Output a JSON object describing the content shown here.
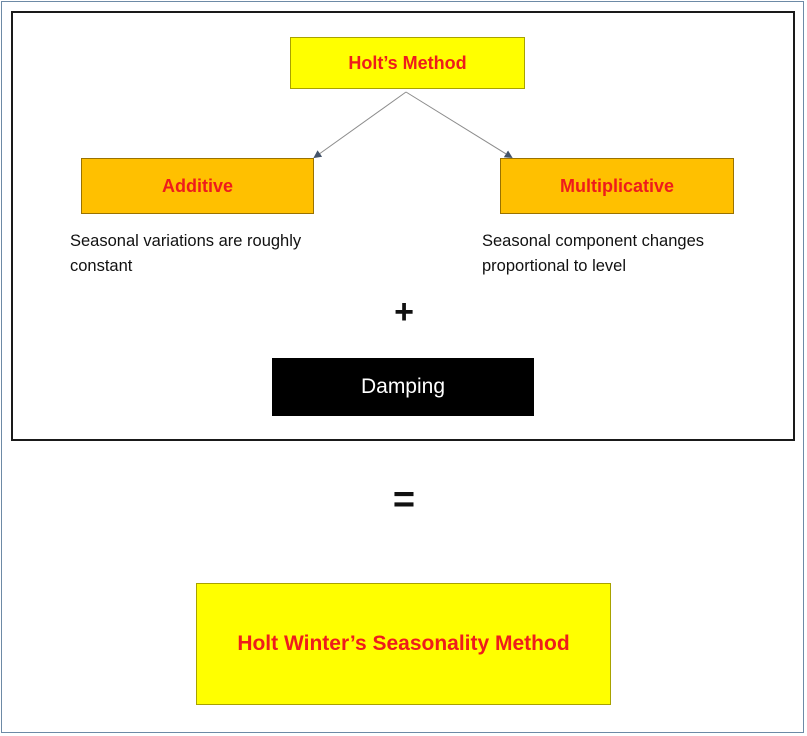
{
  "top": {
    "label": "Holt’s Method"
  },
  "branches": {
    "additive": {
      "label": "Additive",
      "description": [
        "Seasonal variations are roughly",
        "constant"
      ]
    },
    "multiplicative": {
      "label": "Multiplicative",
      "description": [
        "Seasonal component changes",
        "proportional to level"
      ]
    }
  },
  "operators": {
    "plus": "+",
    "equals": "="
  },
  "damping": {
    "label": "Damping"
  },
  "result": {
    "label": "Holt Winter’s Seasonality Method"
  },
  "colors": {
    "top_fill": "#ffff00",
    "branch_fill": "#ffc000",
    "label_text": "#ee1c1c",
    "damping_fill": "#000000",
    "damping_text": "#ffffff",
    "result_fill": "#ffff00"
  }
}
